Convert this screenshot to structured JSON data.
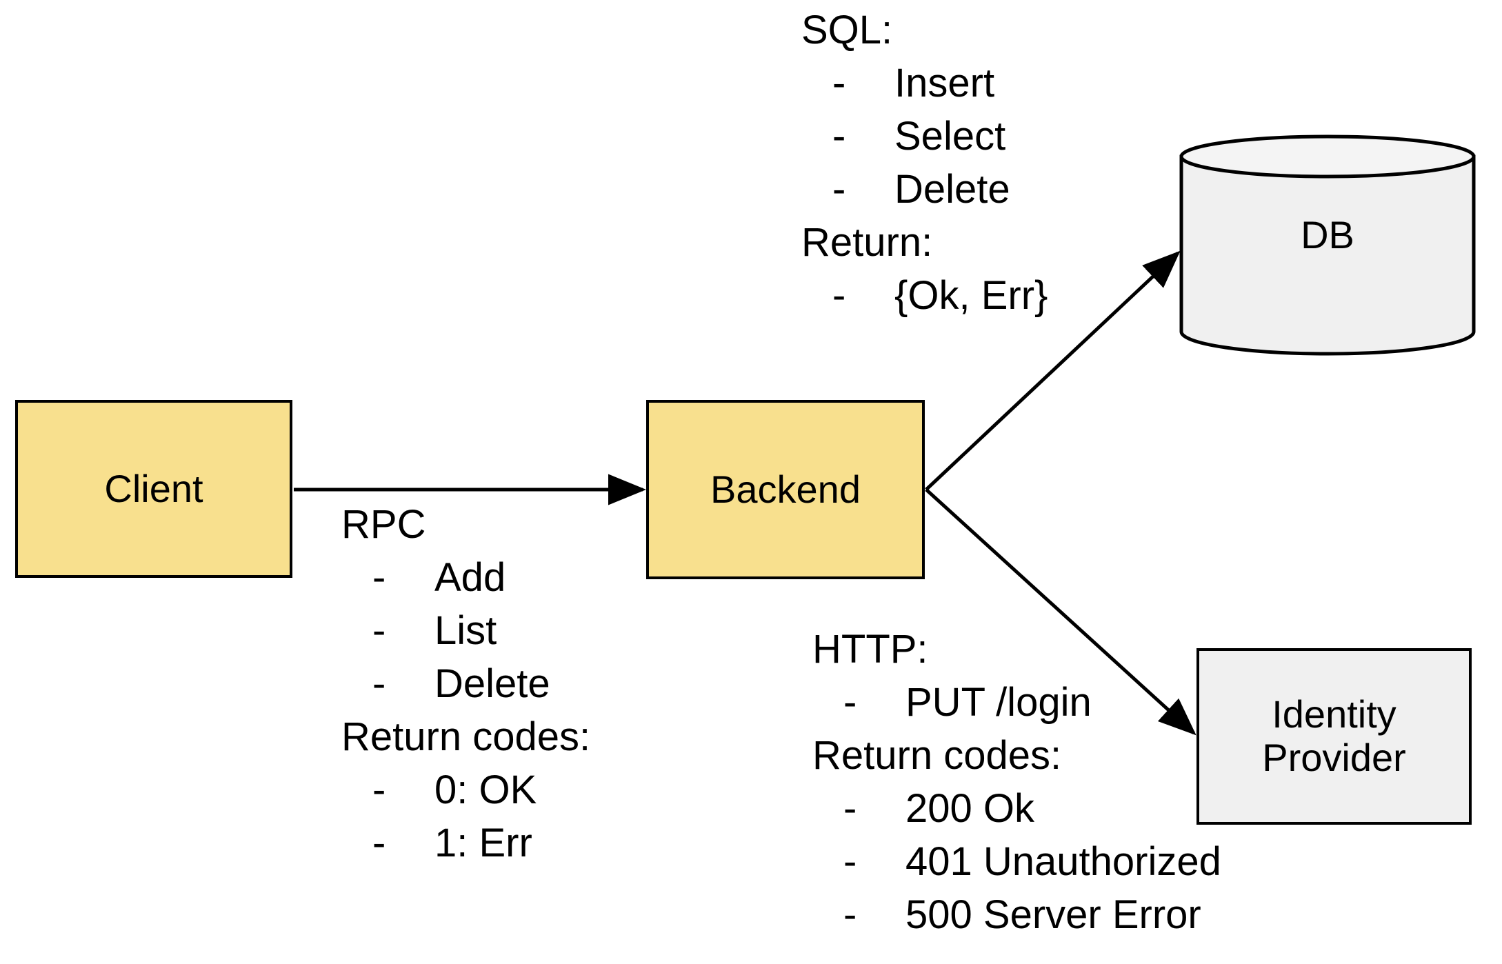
{
  "diagram": {
    "title": "Client / Backend / DB / Identity Provider architecture",
    "colors": {
      "service_fill": "#F8E08E",
      "store_fill": "#F0F0F0",
      "stroke": "#000000",
      "background": "#FFFFFF"
    },
    "nodes": [
      {
        "id": "client",
        "label": "Client",
        "shape": "rectangle"
      },
      {
        "id": "backend",
        "label": "Backend",
        "shape": "rectangle"
      },
      {
        "id": "db",
        "label": "DB",
        "shape": "cylinder"
      },
      {
        "id": "idp",
        "label": "Identity\nProvider",
        "shape": "rectangle"
      }
    ],
    "node_labels": {
      "client": "Client",
      "backend": "Backend",
      "db": "DB",
      "idp_line1": "Identity",
      "idp_line2": "Provider"
    },
    "edges": [
      {
        "from": "client",
        "to": "backend",
        "label_block": "rpc"
      },
      {
        "from": "backend",
        "to": "db",
        "label_block": "sql"
      },
      {
        "from": "backend",
        "to": "idp",
        "label_block": "http"
      }
    ],
    "annotations": {
      "sql": {
        "heading": "SQL:",
        "bullet": "-",
        "items": [
          "Insert",
          "Select",
          "Delete"
        ],
        "return_heading": "Return:",
        "return_items": [
          "{Ok, Err}"
        ]
      },
      "rpc": {
        "heading": "RPC",
        "bullet": "-",
        "items": [
          "Add",
          "List",
          "Delete"
        ],
        "return_heading": "Return codes:",
        "return_items": [
          "0: OK",
          "1: Err"
        ]
      },
      "http": {
        "heading": "HTTP:",
        "bullet": "-",
        "items": [
          "PUT /login"
        ],
        "return_heading": "Return codes:",
        "return_items": [
          "200 Ok",
          "401 Unauthorized",
          "500 Server Error"
        ]
      }
    }
  }
}
